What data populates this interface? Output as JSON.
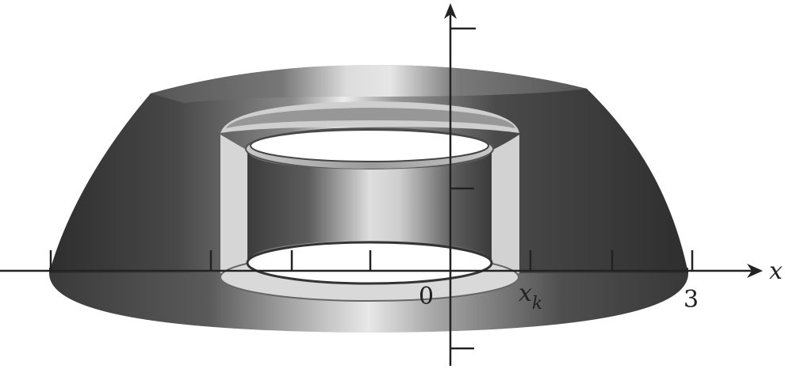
{
  "figure": {
    "axis_label_x": "x",
    "label_origin": "0",
    "label_xk": "x",
    "label_xk_sub": "k",
    "label_three": "3"
  },
  "colors": {
    "ink": "#222222",
    "solid_dark": "#3a3a3a",
    "solid_mid": "#7a7a7a",
    "solid_light": "#e4e4e4",
    "face_light": "#cfcfcf",
    "hole": "#ffffff"
  }
}
